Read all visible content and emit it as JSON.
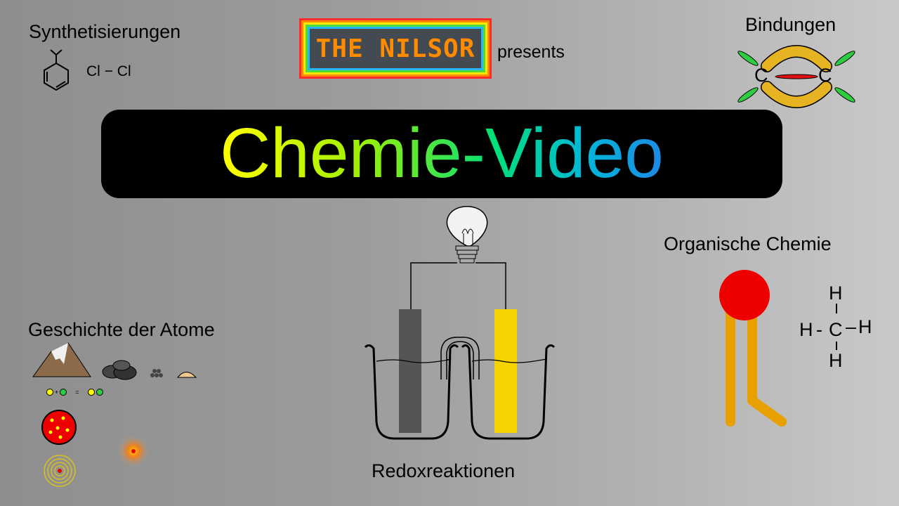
{
  "topics": {
    "synthesis": "Synthetisierungen",
    "bonds": "Bindungen",
    "organic": "Organische Chemie",
    "atom_history": "Geschichte der Atome",
    "redox": "Redoxreaktionen"
  },
  "logo": {
    "text": "THE NILSOR",
    "presents": "presents"
  },
  "title": "Chemie-Video",
  "synthesis_formula": {
    "left": "Cl",
    "bond": "−",
    "right": "Cl"
  },
  "bond_atoms": {
    "left": "C",
    "right": "C"
  },
  "methane": {
    "center": "C",
    "top": "H",
    "bottom": "H",
    "left": "H",
    "right": "H",
    "bond_h": "-",
    "bond_right": "–"
  },
  "atom_formula": {
    "plus": "+",
    "equals": "="
  },
  "colors": {
    "title_gradient": [
      "#ffff00",
      "#a4f000",
      "#00e07a",
      "#00b8d8",
      "#1e88e5"
    ],
    "logo_text": "#ff8c00",
    "lipid_head": "#ee0000",
    "lipid_tail": "#e8a000",
    "pi_bond": "#e6b422",
    "sigma_bond": "#dd1111",
    "orbital_lobes": "#2ecc40"
  }
}
